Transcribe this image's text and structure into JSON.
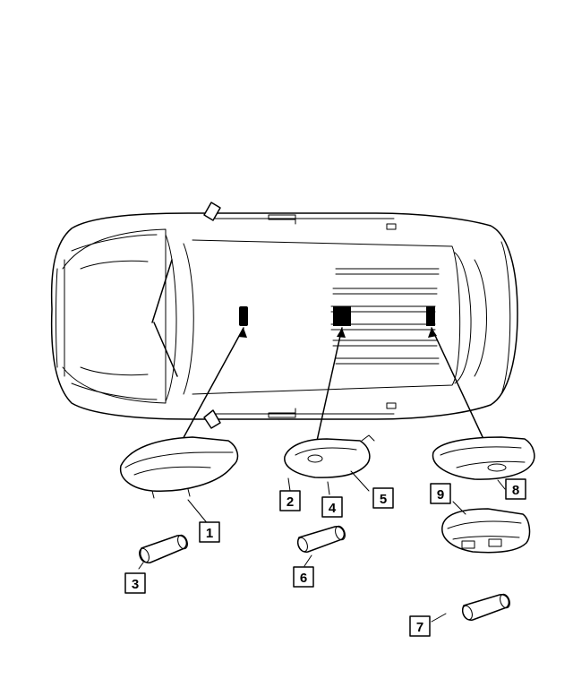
{
  "diagram": {
    "callouts": [
      {
        "id": "callout-1",
        "label": "1"
      },
      {
        "id": "callout-2",
        "label": "2"
      },
      {
        "id": "callout-3",
        "label": "3"
      },
      {
        "id": "callout-4",
        "label": "4"
      },
      {
        "id": "callout-5",
        "label": "5"
      },
      {
        "id": "callout-6",
        "label": "6"
      },
      {
        "id": "callout-7",
        "label": "7"
      },
      {
        "id": "callout-8",
        "label": "8"
      },
      {
        "id": "callout-9",
        "label": "9"
      }
    ]
  }
}
